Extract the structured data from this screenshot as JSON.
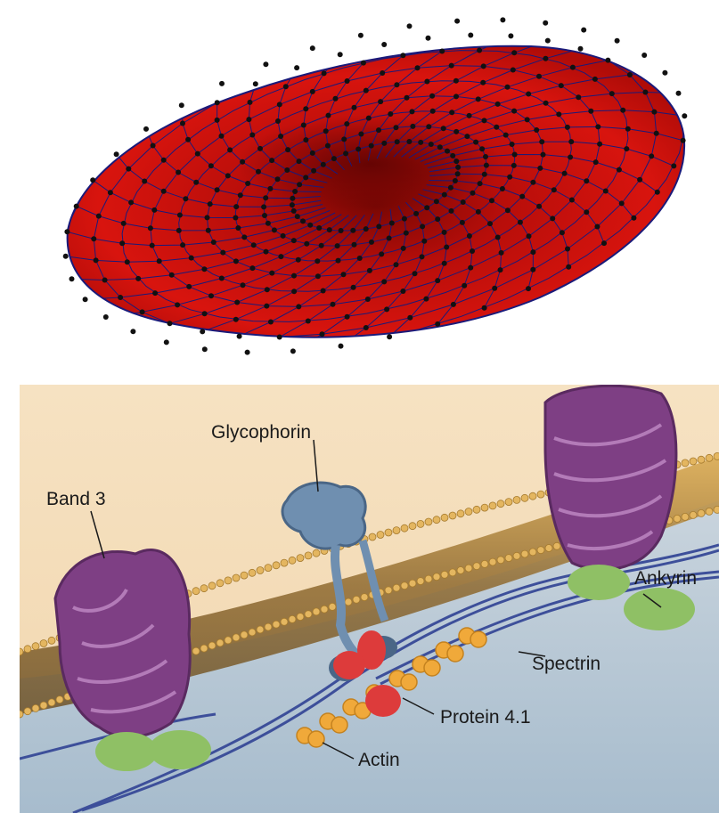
{
  "figure": {
    "top_panel": {
      "subject": "red blood cell triangulated surface mesh"
    },
    "bottom_panel": {
      "labels": {
        "band3": "Band 3",
        "glycophorin": "Glycophorin",
        "spectrin": "Spectrin",
        "ankyrin": "Ankyrin",
        "protein41": "Protein 4.1",
        "actin": "Actin"
      }
    }
  },
  "colors": {
    "cell_red": "#c8100c",
    "mesh_line": "#1a1a7a",
    "node": "#111111",
    "band3": "#7e3f84",
    "glycophorin": "#6f8fb0",
    "actin": "#f0a93a",
    "protein41": "#dd3b3b",
    "ankyrin": "#8fc065",
    "spectrin": "#3d4f9a",
    "lipid_head": "#e4b660",
    "cytoplasm": "#bccbd8",
    "extracellular": "#f4dcb8"
  }
}
